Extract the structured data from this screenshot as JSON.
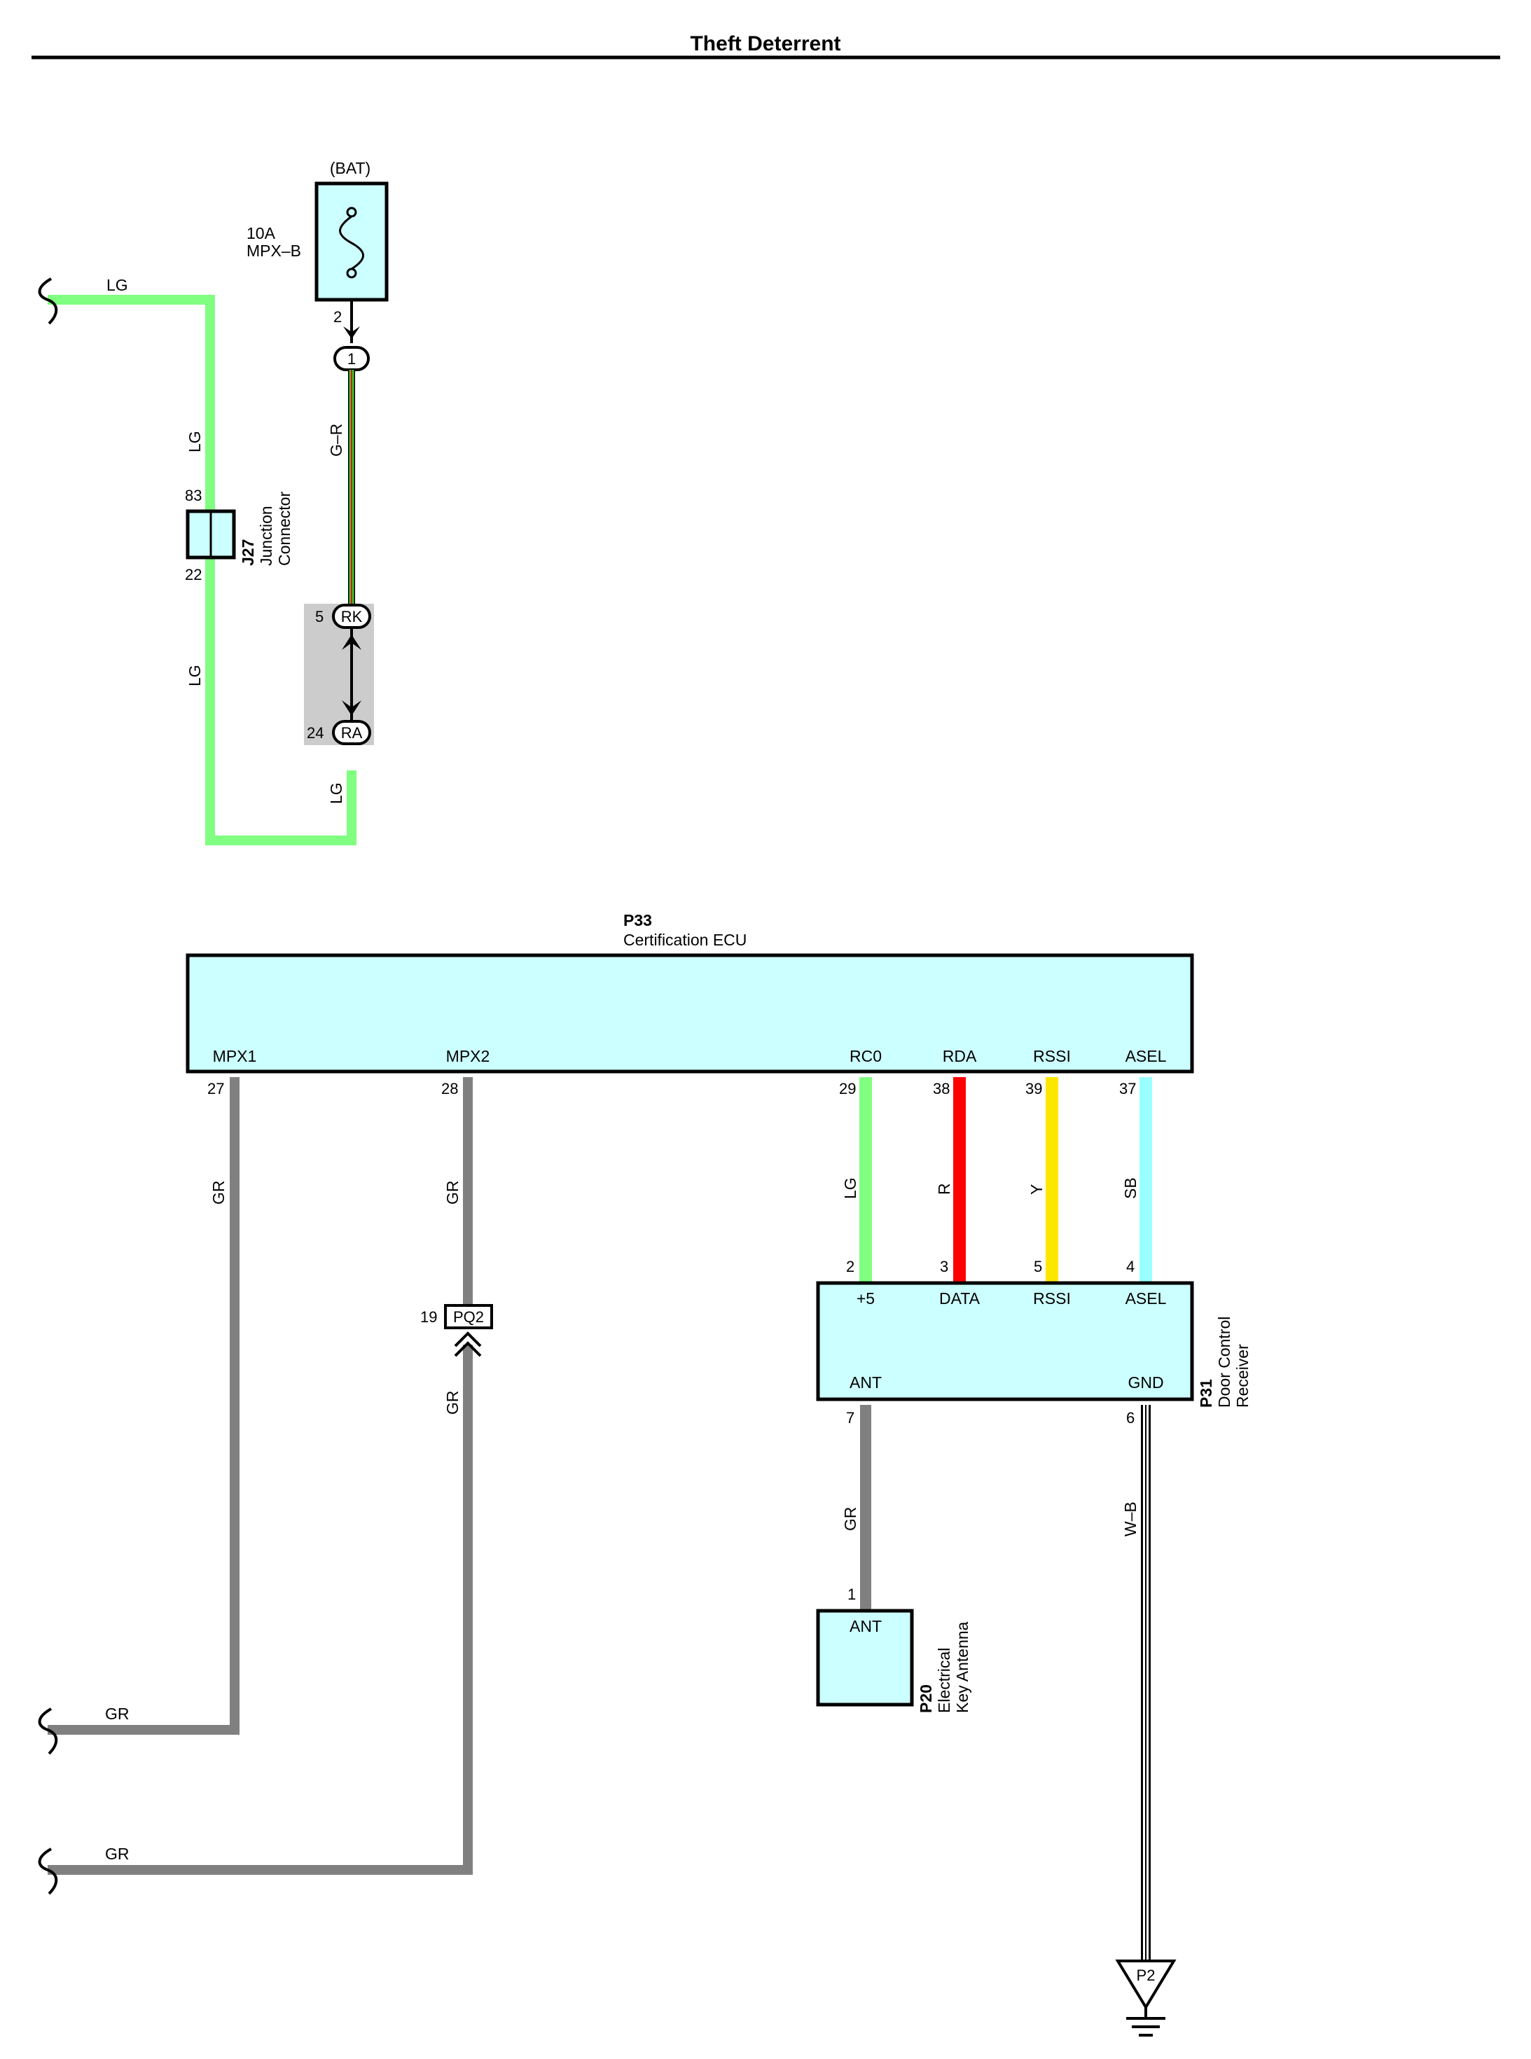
{
  "page": {
    "title": "Theft Deterrent"
  },
  "colors": {
    "LG": "#80ff80",
    "GR": "#808080",
    "R": "#ff0000",
    "Y": "#ffe600",
    "SB": "#99ffff",
    "component_fill": "#ccffff",
    "connector_shade": "#cccccc"
  },
  "fuse": {
    "source": "(BAT)",
    "rating": "10A",
    "name": "MPX–B",
    "pin": "2",
    "connector_pin": "1"
  },
  "wires": {
    "g_r": "G–R",
    "lg_in": "LG",
    "lg_up": "LG",
    "lg_down": "LG",
    "lg_out": "LG",
    "gr_mpx1": "GR",
    "gr_mpx2_upper": "GR",
    "gr_mpx2_lower": "GR",
    "gr_in1": "GR",
    "gr_in2": "GR",
    "lg_rco": "LG",
    "r_rda": "R",
    "y_rssi": "Y",
    "sb_asel": "SB",
    "gr_ant": "GR",
    "wb_gnd": "W–B"
  },
  "j27": {
    "id": "J27",
    "name_line1": "Junction",
    "name_line2": "Connector",
    "pin_top": "83",
    "pin_bottom": "22"
  },
  "inline_connector": {
    "top_id": "RK",
    "top_pin": "5",
    "bottom_id": "RA",
    "bottom_pin": "24"
  },
  "ecu": {
    "id": "P33",
    "name": "Certification ECU",
    "terminals": [
      {
        "name": "MPX1",
        "pin": "27"
      },
      {
        "name": "MPX2",
        "pin": "28"
      },
      {
        "name": "RC0",
        "pin": "29"
      },
      {
        "name": "RDA",
        "pin": "38"
      },
      {
        "name": "RSSI",
        "pin": "39"
      },
      {
        "name": "ASEL",
        "pin": "37"
      }
    ]
  },
  "pq2": {
    "id": "PQ2",
    "pin": "19"
  },
  "receiver": {
    "id": "P31",
    "name_line1": "Door Control",
    "name_line2": "Receiver",
    "terminals": [
      {
        "name": "+5",
        "pin": "2"
      },
      {
        "name": "DATA",
        "pin": "3"
      },
      {
        "name": "RSSI",
        "pin": "5"
      },
      {
        "name": "ASEL",
        "pin": "4"
      },
      {
        "name": "ANT",
        "pin": "7"
      },
      {
        "name": "GND",
        "pin": "6"
      }
    ]
  },
  "antenna": {
    "id": "P20",
    "name_line1": "Electrical",
    "name_line2": "Key Antenna",
    "terminal": "ANT",
    "pin": "1"
  },
  "ground": {
    "id": "P2"
  }
}
